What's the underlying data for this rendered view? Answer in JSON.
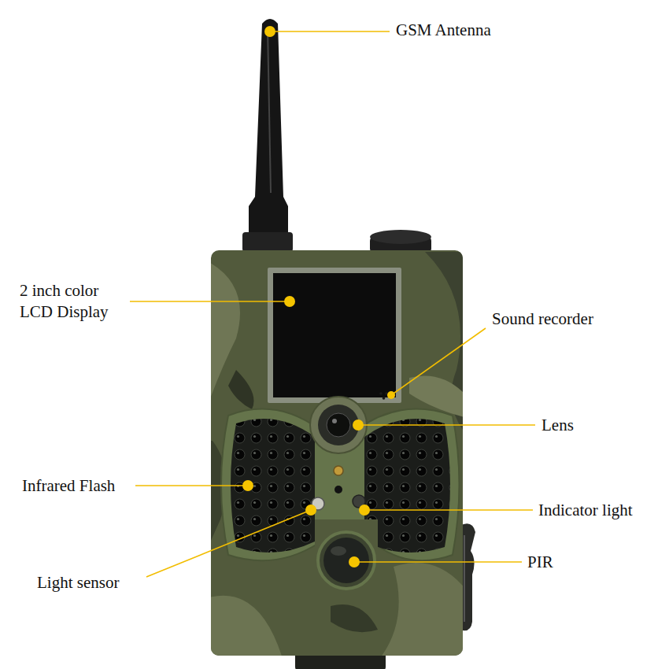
{
  "diagram": {
    "labels": [
      "GSM Antenna",
      "2 inch color LCD Display",
      "Sound recorder",
      "Lens",
      "Infrared Flash",
      "Indicator light",
      "Light sensor",
      "PIR"
    ]
  }
}
